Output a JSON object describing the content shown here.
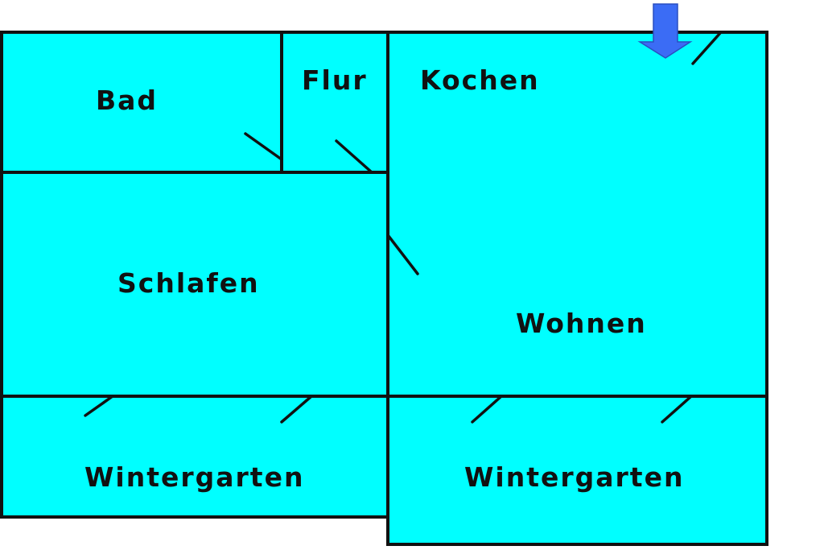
{
  "colors": {
    "room_fill": "#00FFFF",
    "wall": "#111111",
    "entrance_arrow": "#3B6CF5",
    "background": "#FFFFFF"
  },
  "rooms": {
    "bad": "Bad",
    "flur": "Flur",
    "kochen": "Kochen",
    "schlafen": "Schlafen",
    "wohnen": "Wohnen",
    "wintergarten_left": "Wintergarten",
    "wintergarten_right": "Wintergarten"
  },
  "icons": {
    "entrance": "entrance-arrow-icon",
    "door": "door-swing-icon"
  }
}
